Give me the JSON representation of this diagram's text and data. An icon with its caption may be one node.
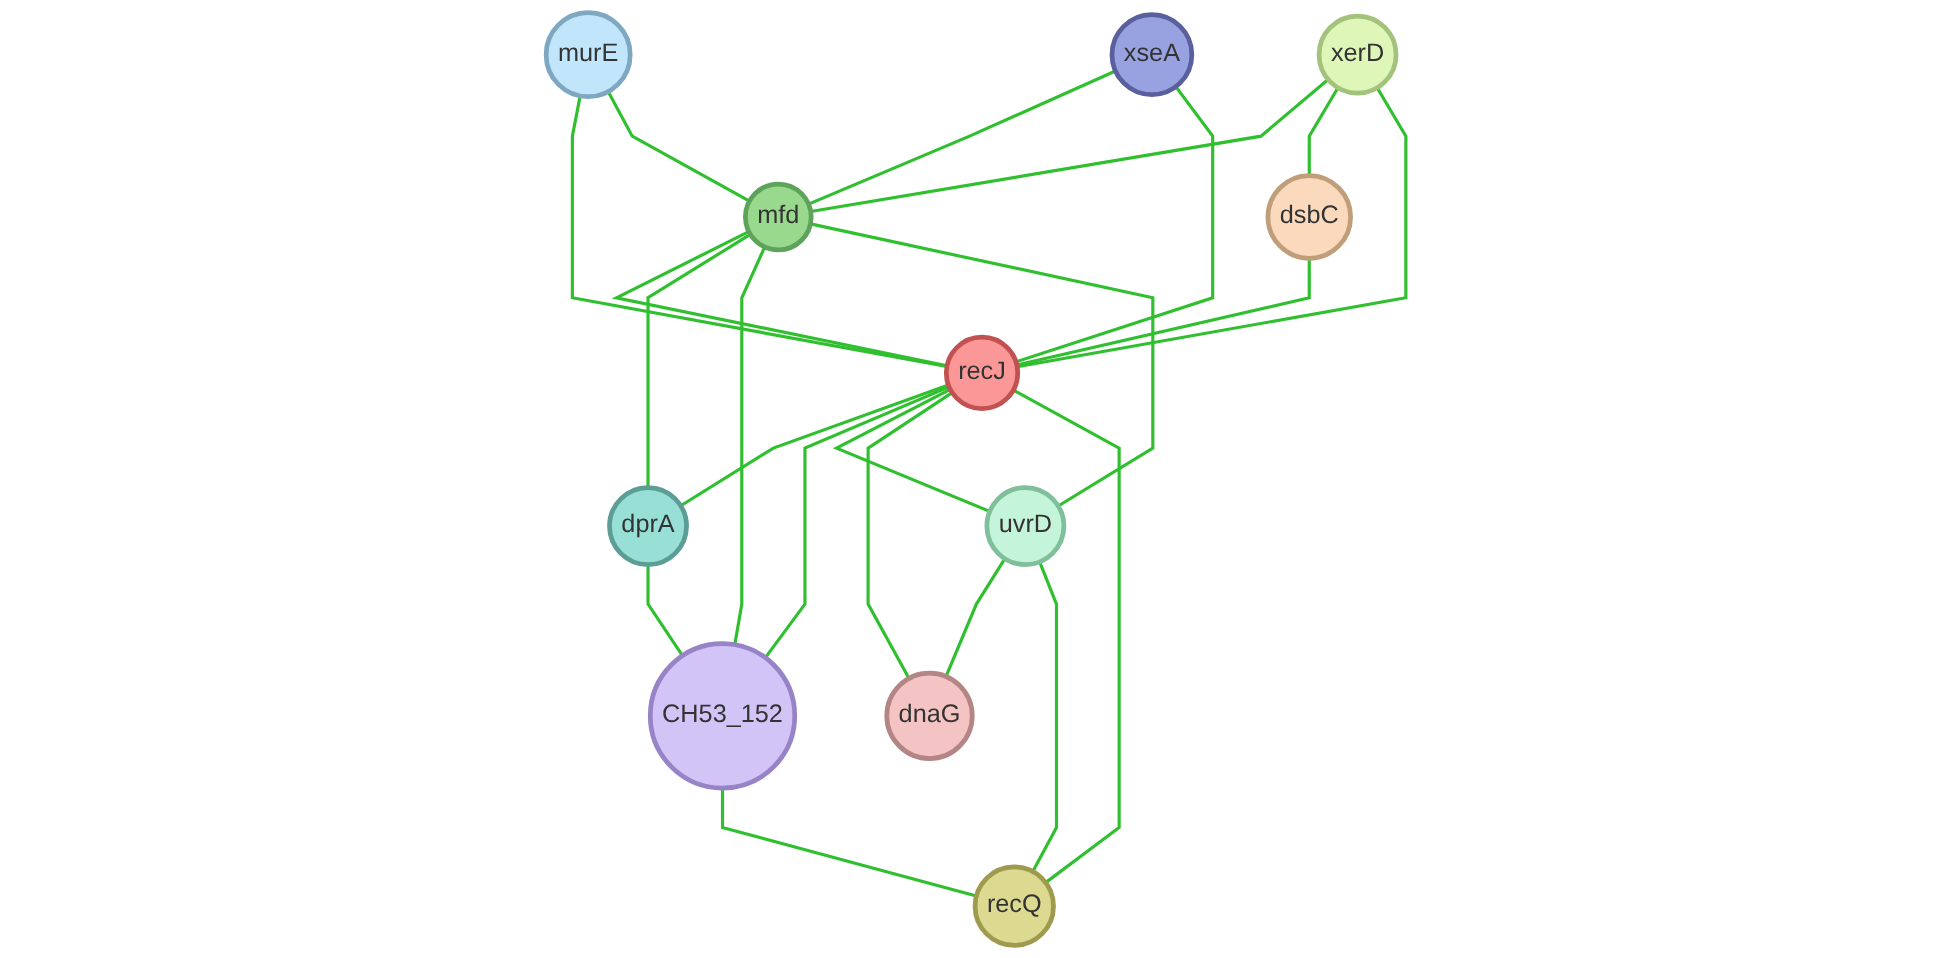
{
  "diagram": {
    "nodes": [
      {
        "text": [
          "murE"
        ]
      },
      {
        "text": [
          "xseA"
        ]
      },
      {
        "text": [
          "xerD"
        ]
      },
      {
        "text": [
          "mfd"
        ]
      },
      {
        "text": [
          "dsbC"
        ]
      },
      {
        "text": [
          "recJ"
        ]
      },
      {
        "text": [
          "dprA"
        ]
      },
      {
        "text": [
          "CH53_152"
        ]
      },
      {
        "text": [
          "uvrD"
        ]
      },
      {
        "text": [
          "dnaG"
        ]
      },
      {
        "text": [
          "recQ"
        ]
      }
    ],
    "edges": [
      {
        "from": 0,
        "to": 5,
        "arrow": "none"
      },
      {
        "from": 0,
        "to": 3,
        "arrow": "none"
      },
      {
        "from": 1,
        "to": 3,
        "arrow": "none"
      },
      {
        "from": 1,
        "to": 5,
        "arrow": "none"
      },
      {
        "from": 2,
        "to": 3,
        "arrow": "none"
      },
      {
        "from": 2,
        "to": 4,
        "arrow": "none"
      },
      {
        "from": 2,
        "to": 5,
        "arrow": "none"
      },
      {
        "from": 3,
        "to": 5,
        "arrow": "none"
      },
      {
        "from": 3,
        "to": 6,
        "arrow": "none"
      },
      {
        "from": 3,
        "to": 7,
        "arrow": "none"
      },
      {
        "from": 3,
        "to": 8,
        "arrow": "none"
      },
      {
        "from": 4,
        "to": 5,
        "arrow": "none"
      },
      {
        "from": 5,
        "to": 6,
        "arrow": "none"
      },
      {
        "from": 5,
        "to": 7,
        "arrow": "none"
      },
      {
        "from": 5,
        "to": 8,
        "arrow": "none"
      },
      {
        "from": 5,
        "to": 9,
        "arrow": "none"
      },
      {
        "from": 5,
        "to": 10,
        "arrow": "none"
      },
      {
        "from": 6,
        "to": 7,
        "arrow": "none"
      },
      {
        "from": 7,
        "to": 10,
        "arrow": "none"
      },
      {
        "from": 8,
        "to": 9,
        "arrow": "none"
      },
      {
        "from": 8,
        "to": 10,
        "arrow": "none"
      }
    ]
  }
}
